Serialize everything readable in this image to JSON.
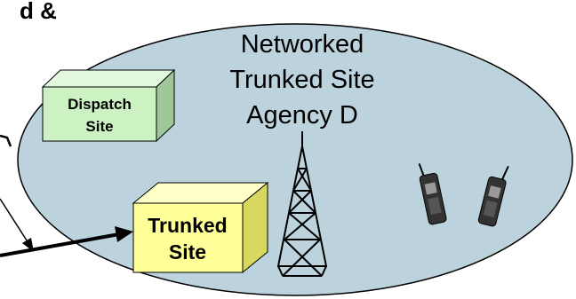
{
  "header": {
    "partial_title": "d &"
  },
  "network": {
    "title_lines": [
      "Networked",
      "Trunked Site",
      "Agency D"
    ]
  },
  "dispatch_site": {
    "label_lines": [
      "Dispatch",
      "Site"
    ]
  },
  "trunked_site": {
    "label_lines": [
      "Trunked",
      "Site"
    ]
  },
  "colors": {
    "ellipse_fill": "#bcd3dd",
    "dispatch_box": "#ccf2c4",
    "trunked_box": "#ffff99",
    "connector": "#000000"
  },
  "icons": [
    "radio-tower-icon",
    "handheld-radio-icon",
    "handheld-radio-icon"
  ]
}
